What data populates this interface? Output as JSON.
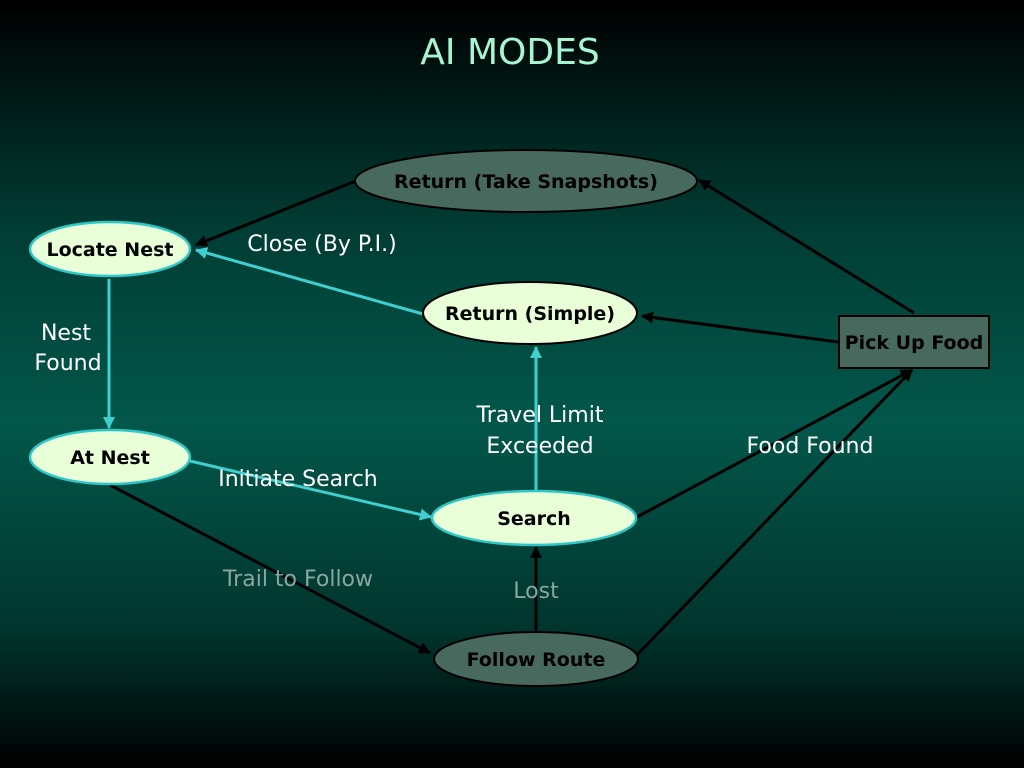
{
  "title": "AI MODES",
  "colors": {
    "state_light": "#e8ffd8",
    "state_dark": "#48695e",
    "state_stroke": "#2fc7c5",
    "arrow_cyan": "#3fcfcf",
    "arrow_black": "#000000",
    "label_white": "#ffffff",
    "label_dim": "#8aa6a0",
    "title": "#a7f5d3"
  },
  "nodes": {
    "return_snapshots": "Return (Take Snapshots)",
    "locate_nest": "Locate Nest",
    "return_simple": "Return (Simple)",
    "pick_up_food": "Pick Up Food",
    "at_nest": "At Nest",
    "search": "Search",
    "follow_route": "Follow Route"
  },
  "edges": {
    "close_by_pi": "Close (By P.I.)",
    "nest_found": [
      "Nest",
      "Found"
    ],
    "travel_limit_exceeded": [
      "Travel Limit",
      "Exceeded"
    ],
    "food_found": "Food Found",
    "initiate_search": "Initiate Search",
    "trail_to_follow": "Trail to Follow",
    "lost": "Lost"
  }
}
